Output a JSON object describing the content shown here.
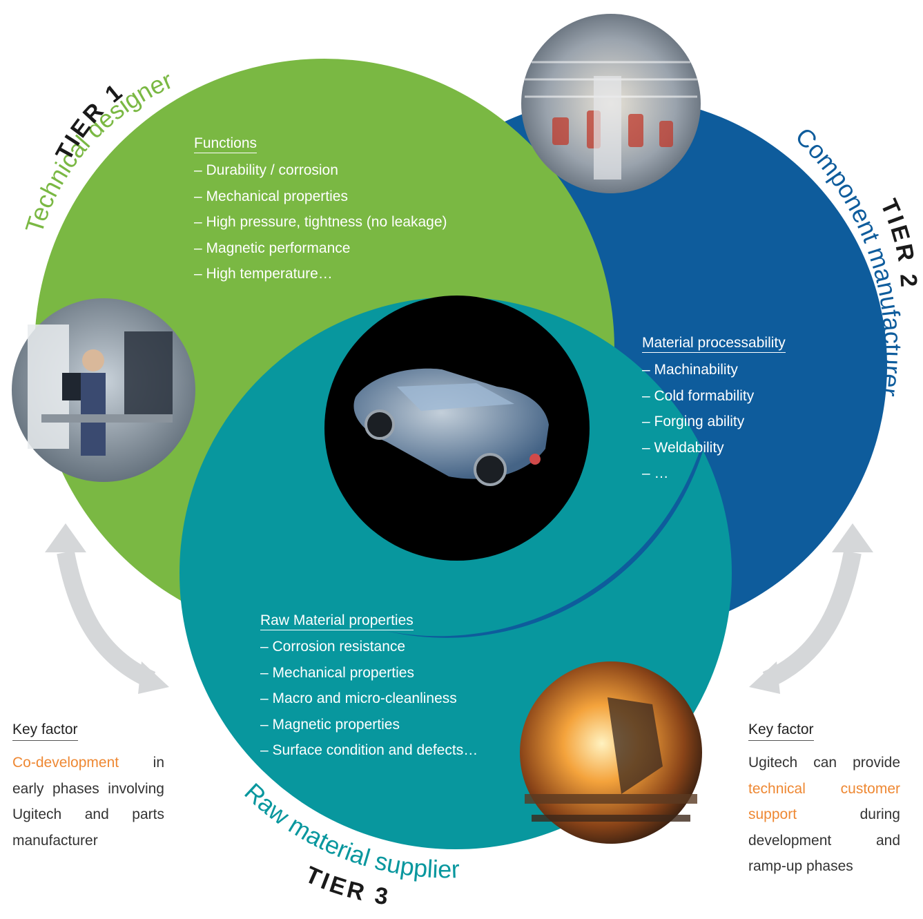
{
  "colors": {
    "tier1": "#7ab843",
    "tier2": "#0e5c9c",
    "tier3": "#08979e",
    "accent": "#ee8833",
    "arrow": "#d5d7d9"
  },
  "tier1": {
    "tier_label": "TIER 1",
    "role": "Technical designer",
    "functions_title": "Functions",
    "functions": [
      "Durability / corrosion",
      "Mechanical properties",
      "High pressure, tightness (no leakage)",
      "Magnetic performance",
      "High temperature…"
    ]
  },
  "tier2": {
    "tier_label": "TIER 2",
    "role": "Component manufacturer",
    "processability_title": "Material processability",
    "processability": [
      "Machinability",
      "Cold formability",
      "Forging ability",
      "Weldability",
      "…"
    ]
  },
  "tier3": {
    "tier_label": "TIER 3",
    "role": "Raw material supplier",
    "properties_title": "Raw Material properties",
    "properties": [
      "Corrosion resistance",
      "Mechanical properties",
      "Macro and micro-cleanliness",
      "Magnetic properties",
      "Surface condition and defects…"
    ]
  },
  "key_factor_left": {
    "title": "Key factor",
    "highlight": "Co-development",
    "text": " in early phases involving Ugitech and parts manufacturer"
  },
  "key_factor_right": {
    "title": "Key factor",
    "text_before": "Ugitech can provide ",
    "highlight": "technical customer support",
    "text_after": " during development and ramp-up phases"
  }
}
